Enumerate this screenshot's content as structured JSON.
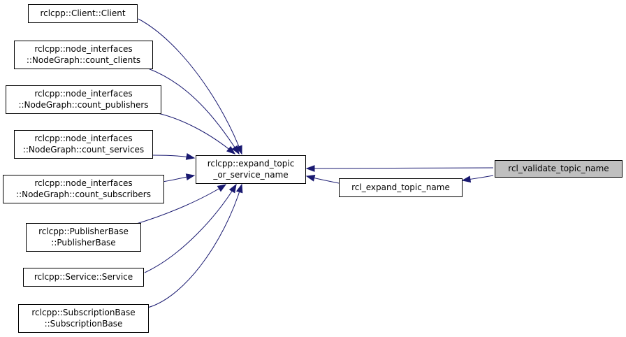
{
  "graph": {
    "edge_color": "#191970",
    "highlight_color": "#bfbfbf",
    "nodes": [
      {
        "id": "client",
        "lines": [
          "rclcpp::Client::Client"
        ]
      },
      {
        "id": "count_clients",
        "lines": [
          "rclcpp::node_interfaces",
          "::NodeGraph::count_clients"
        ]
      },
      {
        "id": "count_publishers",
        "lines": [
          "rclcpp::node_interfaces",
          "::NodeGraph::count_publishers"
        ]
      },
      {
        "id": "count_services",
        "lines": [
          "rclcpp::node_interfaces",
          "::NodeGraph::count_services"
        ]
      },
      {
        "id": "count_subscribers",
        "lines": [
          "rclcpp::node_interfaces",
          "::NodeGraph::count_subscribers"
        ]
      },
      {
        "id": "publisher_base",
        "lines": [
          "rclcpp::PublisherBase",
          "::PublisherBase"
        ]
      },
      {
        "id": "service",
        "lines": [
          "rclcpp::Service::Service"
        ]
      },
      {
        "id": "subscription_base",
        "lines": [
          "rclcpp::SubscriptionBase",
          "::SubscriptionBase"
        ]
      },
      {
        "id": "expand_topic",
        "lines": [
          "rclcpp::expand_topic",
          "_or_service_name"
        ]
      },
      {
        "id": "rcl_expand",
        "lines": [
          "rcl_expand_topic_name"
        ]
      },
      {
        "id": "rcl_validate",
        "lines": [
          "rcl_validate_topic_name"
        ],
        "highlight": true
      }
    ],
    "edges": [
      {
        "from": "expand_topic",
        "to": "client"
      },
      {
        "from": "expand_topic",
        "to": "count_clients"
      },
      {
        "from": "expand_topic",
        "to": "count_publishers"
      },
      {
        "from": "expand_topic",
        "to": "count_services"
      },
      {
        "from": "expand_topic",
        "to": "count_subscribers"
      },
      {
        "from": "expand_topic",
        "to": "publisher_base"
      },
      {
        "from": "expand_topic",
        "to": "service"
      },
      {
        "from": "expand_topic",
        "to": "subscription_base"
      },
      {
        "from": "rcl_expand",
        "to": "expand_topic"
      },
      {
        "from": "rcl_validate",
        "to": "expand_topic"
      },
      {
        "from": "rcl_validate",
        "to": "rcl_expand"
      }
    ]
  }
}
